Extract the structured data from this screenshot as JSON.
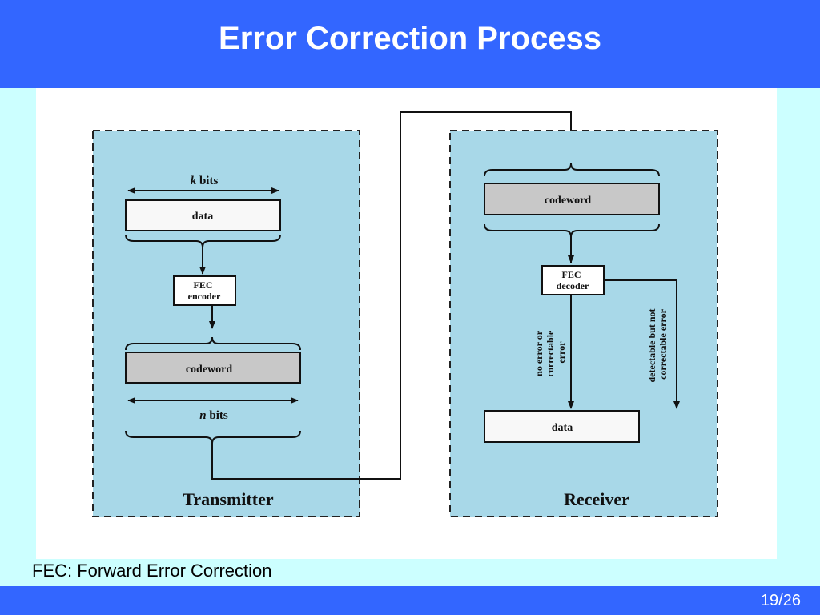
{
  "slide": {
    "title": "Error Correction Process",
    "footnote": "FEC: Forward Error Correction",
    "page_number": "19/26"
  },
  "colors": {
    "title_bar": "#3366ff",
    "slide_background": "#ccffff",
    "panel_fill": "#a8d8e8",
    "codeword_fill": "#c8c8c8",
    "data_fill": "#f8f8f8"
  },
  "transmitter": {
    "title": "Transmitter",
    "k_bits_var": "k",
    "k_bits_unit": "bits",
    "data_label": "data",
    "encoder_line1": "FEC",
    "encoder_line2": "encoder",
    "codeword_label": "codeword",
    "n_bits_var": "n",
    "n_bits_unit": "bits"
  },
  "receiver": {
    "title": "Receiver",
    "codeword_label": "codeword",
    "decoder_line1": "FEC",
    "decoder_line2": "decoder",
    "path_correctable_line1": "no error or",
    "path_correctable_line2": "correctable",
    "path_correctable_line3": "error",
    "path_detectable_line1": "detectable but not",
    "path_detectable_line2": "correctable error",
    "data_label": "data"
  }
}
